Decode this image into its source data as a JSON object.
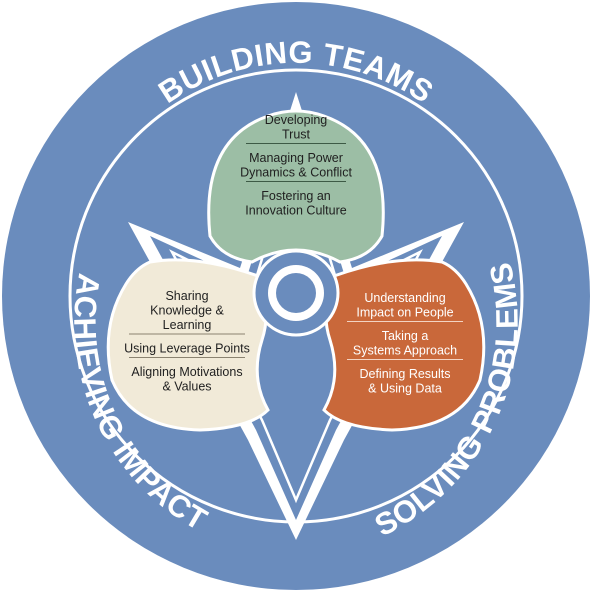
{
  "ring": {
    "top": "BUILDING TEAMS",
    "left": "ACHIEVING IMPACT",
    "right": "SOLVING PROBLEMS"
  },
  "lobes": {
    "top": {
      "color": "#9cbea5",
      "items": [
        [
          "Developing",
          "Trust"
        ],
        [
          "Managing Power",
          "Dynamics & Conflict"
        ],
        [
          "Fostering an",
          "Innovation Culture"
        ]
      ]
    },
    "left": {
      "color": "#f1ead8",
      "items": [
        [
          "Sharing",
          "Knowledge &",
          "Learning"
        ],
        [
          "Using Leverage Points"
        ],
        [
          "Aligning Motivations",
          "& Values"
        ]
      ]
    },
    "right": {
      "color": "#c9683a",
      "items": [
        [
          "Understanding",
          "Impact on People"
        ],
        [
          "Taking a",
          "Systems Approach"
        ],
        [
          "Defining Results",
          "& Using Data"
        ]
      ]
    }
  },
  "colors": {
    "ring_blue": "#6a8cbd",
    "inner_blue": "#6a8cbd",
    "outline": "#ffffff"
  }
}
